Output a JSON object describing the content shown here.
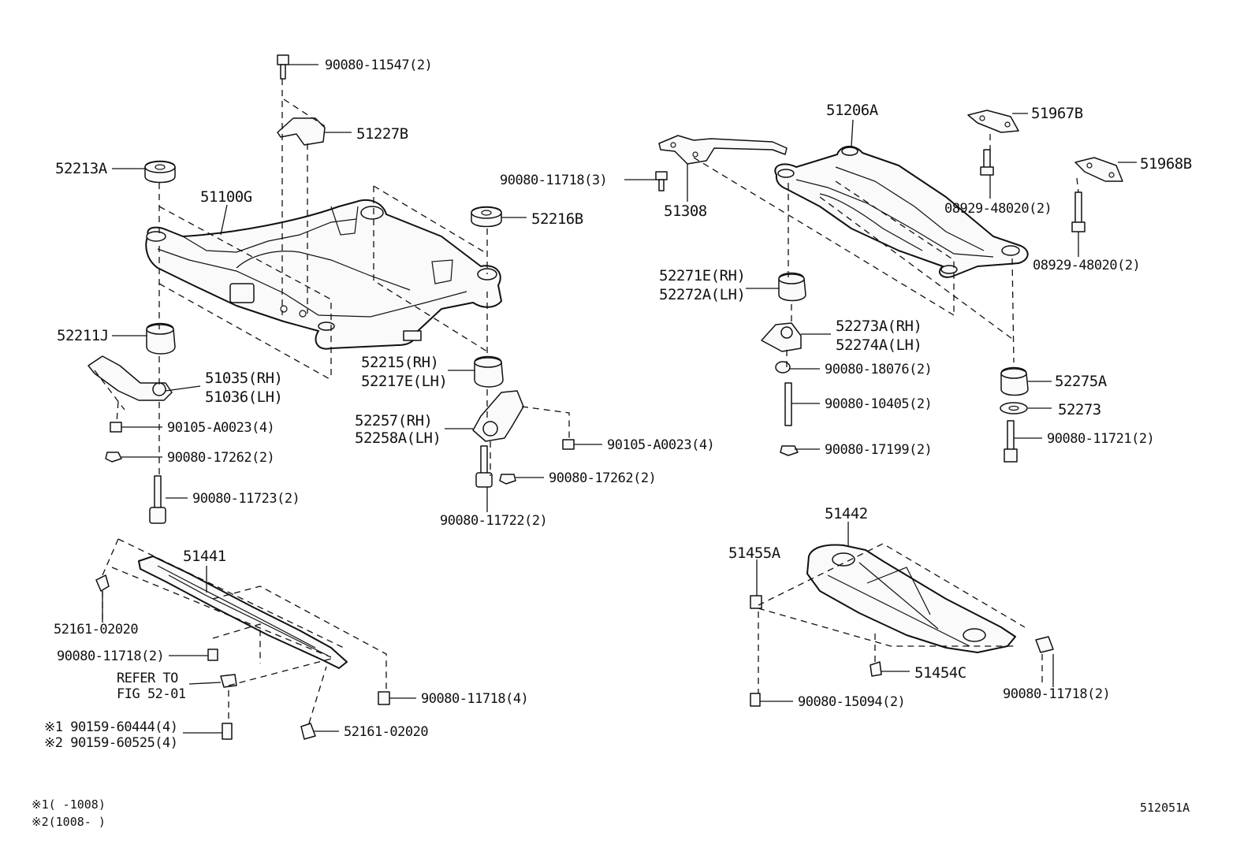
{
  "labels": {
    "p90080_11547": "90080-11547(2)",
    "p51227b": "51227B",
    "p52213a": "52213A",
    "p51100g": "51100G",
    "p52216b": "52216B",
    "p52211j": "52211J",
    "p51035": "51035(RH)",
    "p51036": "51036(LH)",
    "p90105_a0023_l": "90105-A0023(4)",
    "p90080_17262_l": "90080-17262(2)",
    "p90080_11723": "90080-11723(2)",
    "p52215": "52215(RH)",
    "p52217e": "52217E(LH)",
    "p52257": "52257(RH)",
    "p52258a": "52258A(LH)",
    "p90105_a0023_r": "90105-A0023(4)",
    "p90080_17262_r": "90080-17262(2)",
    "p90080_11722": "90080-11722(2)",
    "p90080_11718_3": "90080-11718(3)",
    "p51308": "51308",
    "p51206a": "51206A",
    "p51967b": "51967B",
    "p08929_a": "08929-48020(2)",
    "p51968b": "51968B",
    "p08929_b": "08929-48020(2)",
    "p52271e": "52271E(RH)",
    "p52272a": "52272A(LH)",
    "p52273a": "52273A(RH)",
    "p52274a": "52274A(LH)",
    "p90080_18076": "90080-18076(2)",
    "p90080_10405": "90080-10405(2)",
    "p90080_17199": "90080-17199(2)",
    "p52275a": "52275A",
    "p52273": "52273",
    "p90080_11721": "90080-11721(2)",
    "p51441": "51441",
    "p52161_a": "52161-02020",
    "p90080_11718_2a": "90080-11718(2)",
    "refer_line1": "REFER TO",
    "refer_line2": "FIG 52-01",
    "p90080_11718_4": "90080-11718(4)",
    "note1_part": "※1 90159-60444(4)",
    "note2_part": "※2 90159-60525(4)",
    "p52161_b": "52161-02020",
    "p51442": "51442",
    "p51455a": "51455A",
    "p51454c": "51454C",
    "p90080_15094": "90080-15094(2)",
    "p90080_11718_2b": "90080-11718(2)"
  },
  "footnotes": {
    "note1": "※1(      -1008)",
    "note2": "※2(1008-      )"
  },
  "figure_id": "512051A"
}
